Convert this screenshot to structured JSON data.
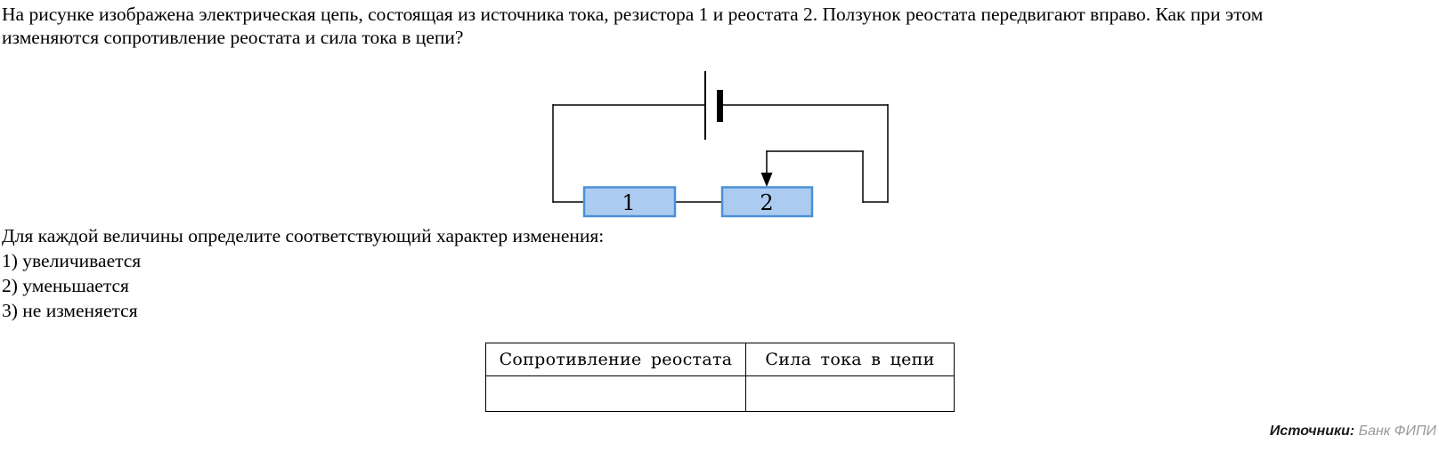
{
  "question": {
    "line1": "На рисунке изображена электрическая цепь, состоящая из источника тока, резистора 1 и реостата 2. Ползунок реостата передвигают вправо. Как при этом",
    "line2": "изменяются сопротивление реостата и сила тока в цепи?"
  },
  "circuit": {
    "resistor_label": "1",
    "rheostat_label": "2"
  },
  "instructions": {
    "intro": "Для каждой величины определите соответствующий характер изменения:",
    "options": [
      "1) увеличивается",
      "2) уменьшается",
      "3) не изменяется"
    ]
  },
  "table": {
    "headers": [
      "Сопротивление реостата",
      "Сила тока в цепи"
    ],
    "answers": [
      "",
      ""
    ]
  },
  "source": {
    "label": "Источники:",
    "link": "Банк ФИПИ"
  },
  "colors": {
    "box_fill": "#abccf0",
    "box_border": "#4a90d9",
    "wire": "#000000",
    "source_link": "#9a9a9a"
  }
}
